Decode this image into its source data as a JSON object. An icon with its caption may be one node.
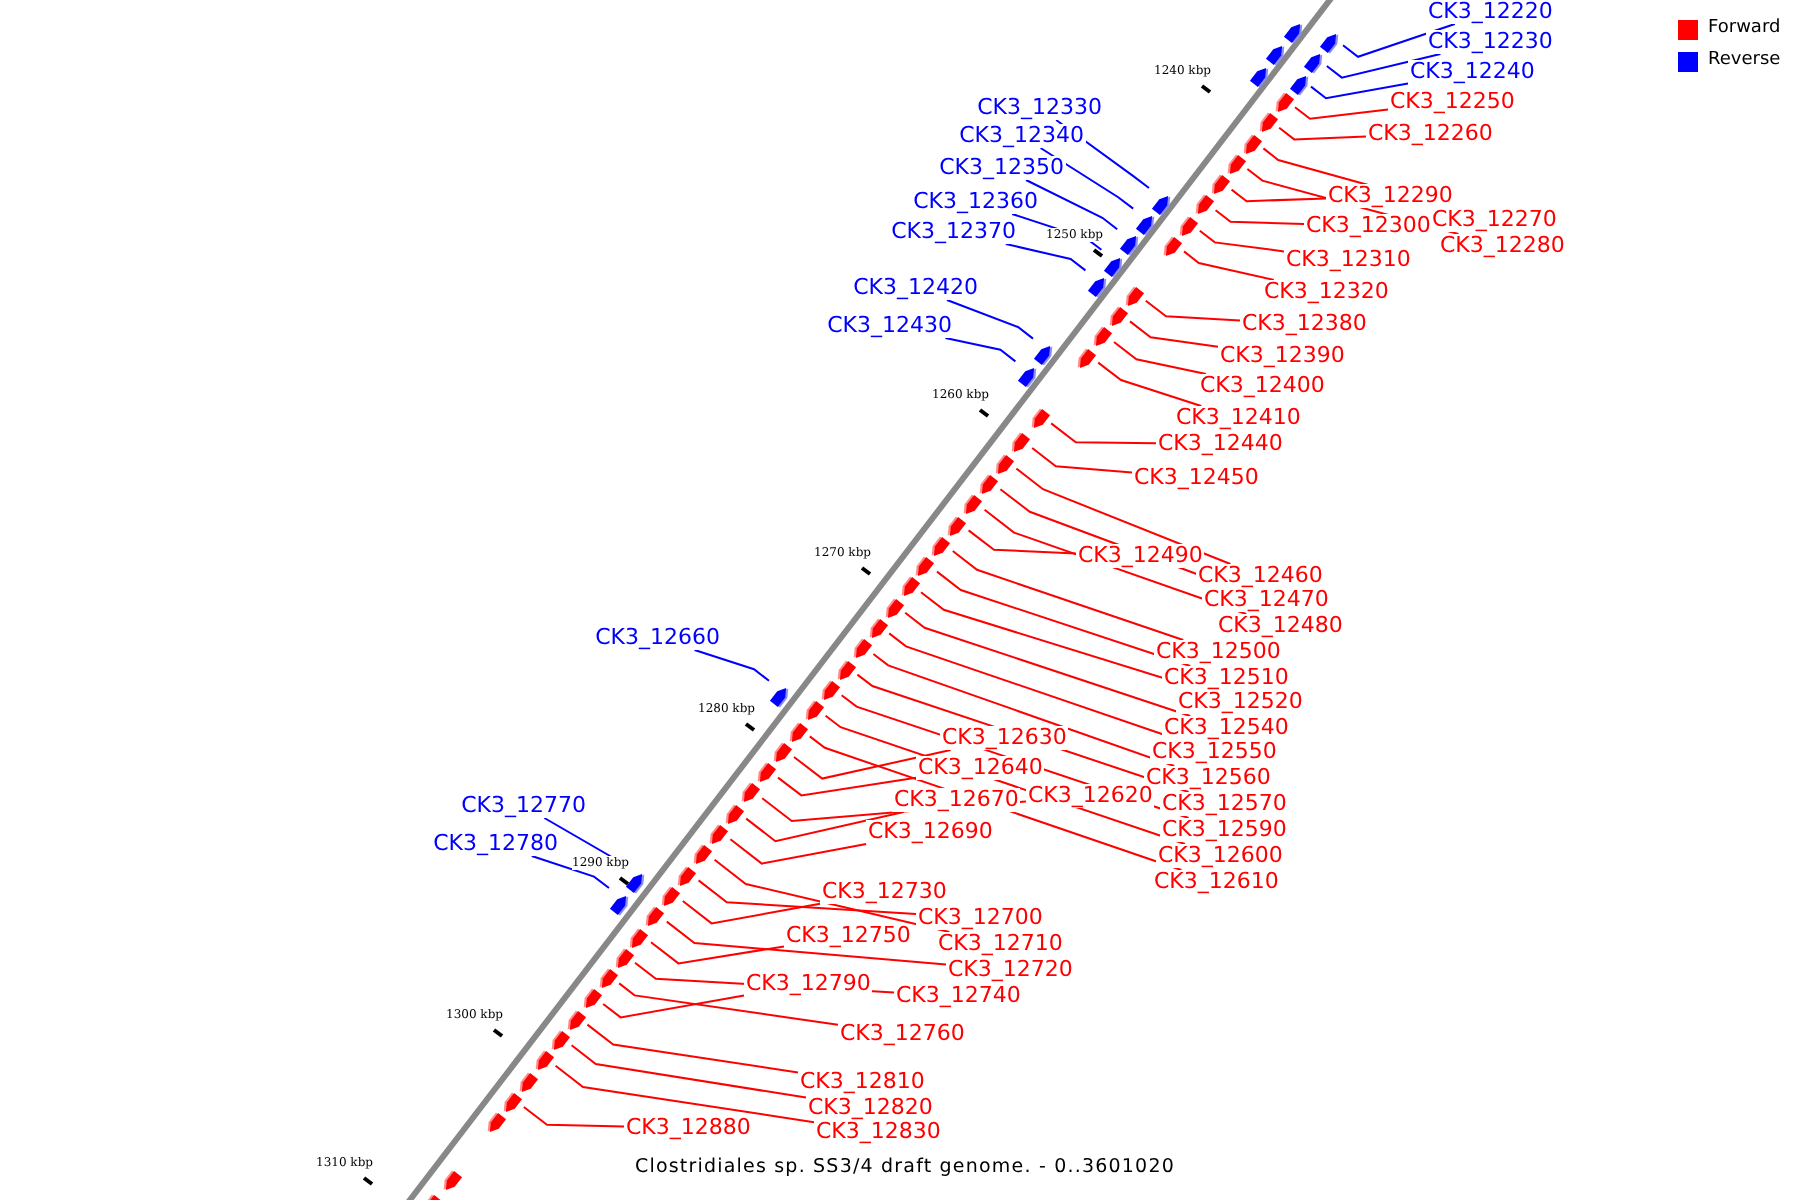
{
  "diagram": {
    "caption": "Clostridiales sp. SS3/4 draft genome. - 0..3601020",
    "nodes": [
      {
        "text": [
          "CK3_12220"
        ]
      },
      {
        "text": [
          "CK3_12230"
        ]
      },
      {
        "text": [
          "CK3_12240"
        ]
      },
      {
        "text": [
          "CK3_12250"
        ]
      },
      {
        "text": [
          "CK3_12330"
        ]
      },
      {
        "text": [
          "CK3_12260"
        ]
      },
      {
        "text": [
          "CK3_12340"
        ]
      },
      {
        "text": [
          "CK3_12350"
        ]
      },
      {
        "text": [
          "CK3_12290"
        ]
      },
      {
        "text": [
          "CK3_12360"
        ]
      },
      {
        "text": [
          "CK3_12270"
        ]
      },
      {
        "text": [
          "CK3_12300"
        ]
      },
      {
        "text": [
          "CK3_12370"
        ]
      },
      {
        "text": [
          "CK3_12280"
        ]
      },
      {
        "text": [
          "CK3_12310"
        ]
      },
      {
        "text": [
          "CK3_12420"
        ]
      },
      {
        "text": [
          "CK3_12320"
        ]
      },
      {
        "text": [
          "CK3_12380"
        ]
      },
      {
        "text": [
          "CK3_12430"
        ]
      },
      {
        "text": [
          "CK3_12390"
        ]
      },
      {
        "text": [
          "CK3_12400"
        ]
      },
      {
        "text": [
          "CK3_12410"
        ]
      },
      {
        "text": [
          "CK3_12440"
        ]
      },
      {
        "text": [
          "CK3_12450"
        ]
      },
      {
        "text": [
          "CK3_12490"
        ]
      },
      {
        "text": [
          "CK3_12460"
        ]
      },
      {
        "text": [
          "CK3_12470"
        ]
      },
      {
        "text": [
          "CK3_12480"
        ]
      },
      {
        "text": [
          "CK3_12660"
        ]
      },
      {
        "text": [
          "CK3_12500"
        ]
      },
      {
        "text": [
          "CK3_12510"
        ]
      },
      {
        "text": [
          "CK3_12520"
        ]
      },
      {
        "text": [
          "CK3_12540"
        ]
      },
      {
        "text": [
          "CK3_12630"
        ]
      },
      {
        "text": [
          "CK3_12550"
        ]
      },
      {
        "text": [
          "CK3_12640"
        ]
      },
      {
        "text": [
          "CK3_12560"
        ]
      },
      {
        "text": [
          "CK3_12620"
        ]
      },
      {
        "text": [
          "CK3_12670"
        ]
      },
      {
        "text": [
          "CK3_12570"
        ]
      },
      {
        "text": [
          "CK3_12770"
        ]
      },
      {
        "text": [
          "CK3_12590"
        ]
      },
      {
        "text": [
          "CK3_12690"
        ]
      },
      {
        "text": [
          "CK3_12780"
        ]
      },
      {
        "text": [
          "CK3_12600"
        ]
      },
      {
        "text": [
          "CK3_12610"
        ]
      },
      {
        "text": [
          "CK3_12730"
        ]
      },
      {
        "text": [
          "CK3_12700"
        ]
      },
      {
        "text": [
          "CK3_12750"
        ]
      },
      {
        "text": [
          "CK3_12710"
        ]
      },
      {
        "text": [
          "CK3_12720"
        ]
      },
      {
        "text": [
          "CK3_12790"
        ]
      },
      {
        "text": [
          "CK3_12740"
        ]
      },
      {
        "text": [
          "CK3_12760"
        ]
      },
      {
        "text": [
          "CK3_12810"
        ]
      },
      {
        "text": [
          "CK3_12820"
        ]
      },
      {
        "text": [
          "CK3_12880"
        ]
      },
      {
        "text": [
          "CK3_12830"
        ]
      },
      {
        "text": [],
        "shape": "pentagon"
      },
      {
        "text": [],
        "shape": "pentagon"
      },
      {
        "text": [],
        "shape": "pentagon"
      },
      {
        "text": [],
        "shape": "pentagon"
      },
      {
        "text": [],
        "shape": "pentagon"
      },
      {
        "text": [],
        "shape": "pentagon"
      },
      {
        "text": [],
        "shape": "pentagon"
      },
      {
        "text": [],
        "shape": "pentagon"
      },
      {
        "text": [],
        "shape": "pentagon"
      },
      {
        "text": [],
        "shape": "pentagon"
      },
      {
        "text": [],
        "shape": "pentagon"
      },
      {
        "text": [],
        "shape": "pentagon"
      },
      {
        "text": [],
        "shape": "pentagon"
      },
      {
        "text": [],
        "shape": "pentagon"
      },
      {
        "text": [],
        "shape": "pentagon"
      },
      {
        "text": [],
        "shape": "pentagon"
      },
      {
        "text": [],
        "shape": "pentagon"
      },
      {
        "text": [],
        "shape": "pentagon"
      },
      {
        "text": [],
        "shape": "pentagon"
      },
      {
        "text": [],
        "shape": "pentagon"
      },
      {
        "text": [],
        "shape": "pentagon"
      },
      {
        "text": [],
        "shape": "pentagon"
      },
      {
        "text": [],
        "shape": "pentagon"
      },
      {
        "text": [],
        "shape": "pentagon"
      },
      {
        "text": [],
        "shape": "pentagon"
      },
      {
        "text": [],
        "shape": "pentagon"
      },
      {
        "text": [],
        "shape": "pentagon"
      },
      {
        "text": [],
        "shape": "pentagon"
      },
      {
        "text": [],
        "shape": "pentagon"
      },
      {
        "text": [],
        "shape": "pentagon"
      },
      {
        "text": [],
        "shape": "pentagon"
      },
      {
        "text": [],
        "shape": "pentagon"
      },
      {
        "text": [],
        "shape": "pentagon"
      },
      {
        "text": [],
        "shape": "pentagon"
      },
      {
        "text": [],
        "shape": "pentagon"
      },
      {
        "text": [],
        "shape": "pentagon"
      },
      {
        "text": [],
        "shape": "pentagon"
      },
      {
        "text": [],
        "shape": "pentagon"
      },
      {
        "text": [],
        "shape": "pentagon"
      },
      {
        "text": [],
        "shape": "pentagon"
      },
      {
        "text": [],
        "shape": "pentagon"
      },
      {
        "text": [],
        "shape": "pentagon"
      },
      {
        "text": [],
        "shape": "pentagon"
      },
      {
        "text": [],
        "shape": "pentagon"
      },
      {
        "text": [],
        "shape": "pentagon"
      },
      {
        "text": [],
        "shape": "pentagon"
      },
      {
        "text": [],
        "shape": "pentagon"
      },
      {
        "text": [],
        "shape": "pentagon"
      },
      {
        "text": [],
        "shape": "pentagon"
      },
      {
        "text": [],
        "shape": "pentagon"
      },
      {
        "text": [],
        "shape": "pentagon"
      },
      {
        "text": [],
        "shape": "pentagon"
      },
      {
        "text": [],
        "shape": "pentagon"
      },
      {
        "text": [],
        "shape": "pentagon"
      },
      {
        "text": [],
        "shape": "pentagon"
      },
      {
        "text": [],
        "shape": "pentagon"
      },
      {
        "text": [],
        "shape": "pentagon"
      },
      {
        "text": [],
        "shape": "pentagon"
      },
      {
        "text": [],
        "shape": "pentagon"
      },
      {
        "text": [],
        "shape": "pentagon"
      },
      {
        "text": [],
        "shape": "pentagon"
      },
      {
        "text": [],
        "shape": "pentagon"
      },
      {
        "text": [],
        "shape": "pentagon"
      },
      {
        "text": [],
        "shape": "pentagon"
      },
      {
        "text": [],
        "shape": "pentagon"
      }
    ],
    "edges": [
      {
        "from": 0,
        "to": 58,
        "arrow": "none",
        "color": "#0000ff"
      },
      {
        "from": 1,
        "to": 59,
        "arrow": "none",
        "color": "#0000ff"
      },
      {
        "from": 2,
        "to": 60,
        "arrow": "none",
        "color": "#0000ff"
      },
      {
        "from": 3,
        "to": 61,
        "arrow": "none"
      },
      {
        "from": 4,
        "to": 62,
        "arrow": "none",
        "color": "#0000ff"
      },
      {
        "from": 5,
        "to": 63,
        "arrow": "none"
      },
      {
        "from": 6,
        "to": 64,
        "arrow": "none",
        "color": "#0000ff"
      },
      {
        "from": 7,
        "to": 65,
        "arrow": "none",
        "color": "#0000ff"
      },
      {
        "from": 8,
        "to": 66,
        "arrow": "none"
      },
      {
        "from": 9,
        "to": 67,
        "arrow": "none",
        "color": "#0000ff"
      },
      {
        "from": 10,
        "to": 68,
        "arrow": "none"
      },
      {
        "from": 11,
        "to": 69,
        "arrow": "none"
      },
      {
        "from": 12,
        "to": 70,
        "arrow": "none",
        "color": "#0000ff"
      },
      {
        "from": 13,
        "to": 71,
        "arrow": "none"
      },
      {
        "from": 14,
        "to": 72,
        "arrow": "none"
      },
      {
        "from": 15,
        "to": 73,
        "arrow": "none",
        "color": "#0000ff"
      },
      {
        "from": 16,
        "to": 74,
        "arrow": "none"
      },
      {
        "from": 17,
        "to": 75,
        "arrow": "none"
      },
      {
        "from": 18,
        "to": 76,
        "arrow": "none",
        "color": "#0000ff"
      },
      {
        "from": 19,
        "to": 77,
        "arrow": "none"
      },
      {
        "from": 20,
        "to": 78,
        "arrow": "none"
      },
      {
        "from": 21,
        "to": 79,
        "arrow": "none"
      },
      {
        "from": 22,
        "to": 80,
        "arrow": "none"
      },
      {
        "from": 23,
        "to": 81,
        "arrow": "none"
      },
      {
        "from": 24,
        "to": 82,
        "arrow": "none"
      },
      {
        "from": 25,
        "to": 83,
        "arrow": "none"
      },
      {
        "from": 26,
        "to": 84,
        "arrow": "none"
      },
      {
        "from": 27,
        "to": 85,
        "arrow": "none"
      },
      {
        "from": 28,
        "to": 86,
        "arrow": "none",
        "color": "#0000ff"
      },
      {
        "from": 29,
        "to": 87,
        "arrow": "none"
      },
      {
        "from": 30,
        "to": 88,
        "arrow": "none"
      },
      {
        "from": 31,
        "to": 89,
        "arrow": "none"
      },
      {
        "from": 32,
        "to": 90,
        "arrow": "none"
      },
      {
        "from": 33,
        "to": 91,
        "arrow": "none"
      },
      {
        "from": 34,
        "to": 92,
        "arrow": "none"
      },
      {
        "from": 35,
        "to": 93,
        "arrow": "none"
      },
      {
        "from": 36,
        "to": 94,
        "arrow": "none"
      },
      {
        "from": 37,
        "to": 95,
        "arrow": "none"
      },
      {
        "from": 38,
        "to": 96,
        "arrow": "none"
      },
      {
        "from": 39,
        "to": 97,
        "arrow": "none"
      },
      {
        "from": 40,
        "to": 98,
        "arrow": "none",
        "color": "#0000ff"
      },
      {
        "from": 41,
        "to": 99,
        "arrow": "none"
      },
      {
        "from": 42,
        "to": 100,
        "arrow": "none"
      },
      {
        "from": 43,
        "to": 101,
        "arrow": "none",
        "color": "#0000ff"
      },
      {
        "from": 44,
        "to": 102,
        "arrow": "none"
      },
      {
        "from": 45,
        "to": 103,
        "arrow": "none"
      },
      {
        "from": 46,
        "to": 104,
        "arrow": "none"
      },
      {
        "from": 47,
        "to": 105,
        "arrow": "none"
      },
      {
        "from": 48,
        "to": 106,
        "arrow": "none"
      },
      {
        "from": 49,
        "to": 107,
        "arrow": "none"
      },
      {
        "from": 50,
        "to": 108,
        "arrow": "none"
      },
      {
        "from": 51,
        "to": 109,
        "arrow": "none"
      },
      {
        "from": 52,
        "to": 110,
        "arrow": "none"
      },
      {
        "from": 53,
        "to": 111,
        "arrow": "none"
      },
      {
        "from": 54,
        "to": 112,
        "arrow": "none"
      },
      {
        "from": 55,
        "to": 113,
        "arrow": "none"
      },
      {
        "from": 56,
        "to": 114,
        "arrow": "none"
      },
      {
        "from": 57,
        "to": 115,
        "arrow": "none"
      }
    ],
    "labels": [
      "1240 kbp",
      "1250 kbp",
      "1260 kbp",
      "1270 kbp",
      "1280 kbp",
      "1290 kbp",
      "1300 kbp",
      "1310 kbp"
    ],
    "legend": [
      {
        "text": "Forward",
        "color": "#ff0000"
      },
      {
        "text": "Reverse",
        "color": "#0000ff"
      }
    ]
  }
}
